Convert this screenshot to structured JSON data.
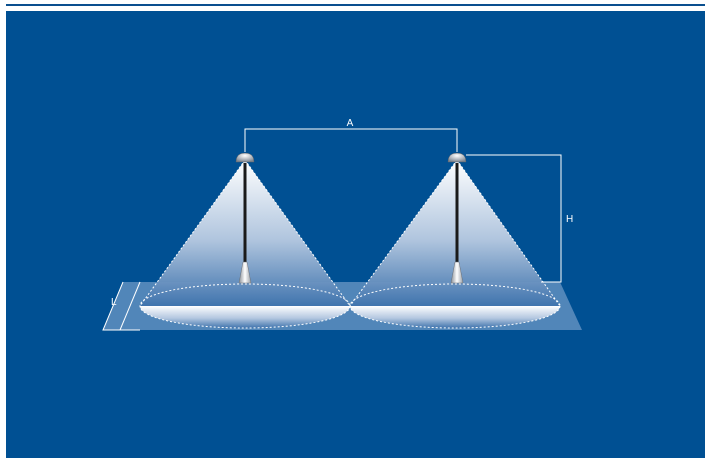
{
  "colors": {
    "background": "#005093",
    "ground": "#5f8fc0",
    "cone_top": "#ffffff",
    "cone_bottom": "#3f73ad",
    "line": "#ffffff"
  },
  "dimensions": {
    "spacing_label": "A",
    "height_label": "H",
    "width_label": "L"
  }
}
